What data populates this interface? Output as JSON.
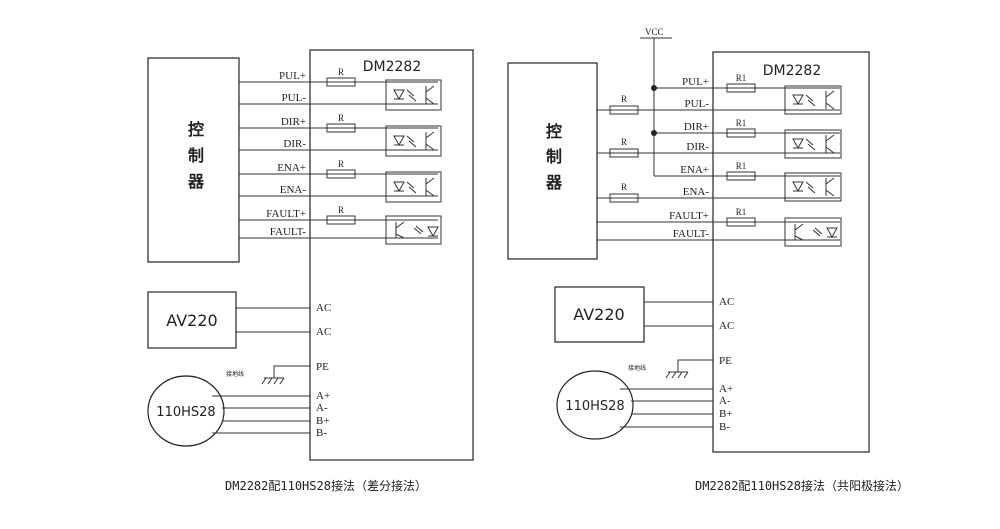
{
  "colors": {
    "line": "#333333",
    "background": "#ffffff"
  },
  "left": {
    "driver_label": "DM2282",
    "controller_chars": [
      "控",
      "制",
      "器"
    ],
    "signals": [
      "PUL+",
      "PUL-",
      "DIR+",
      "DIR-",
      "ENA+",
      "ENA-",
      "FAULT+",
      "FAULT-"
    ],
    "resistor_labels": [
      "R",
      "R",
      "R",
      "R"
    ],
    "power_box": "AV220",
    "power_terminals": [
      "AC",
      "AC"
    ],
    "pe_terminal": "PE",
    "ground_text": "接地线",
    "motor_label": "110HS28",
    "motor_terminals": [
      "A+",
      "A-",
      "B+",
      "B-"
    ],
    "caption": "DM2282配110HS28接法（差分接法）"
  },
  "right": {
    "driver_label": "DM2282",
    "vcc_label": "VCC",
    "controller_chars": [
      "控",
      "制",
      "器"
    ],
    "signals": [
      "PUL+",
      "PUL-",
      "DIR+",
      "DIR-",
      "ENA+",
      "ENA-",
      "FAULT+",
      "FAULT-"
    ],
    "resistor_labels": [
      "R1",
      "R1",
      "R1",
      "R1"
    ],
    "controller_resistors": [
      "R",
      "R",
      "R"
    ],
    "power_box": "AV220",
    "power_terminals": [
      "AC",
      "AC"
    ],
    "pe_terminal": "PE",
    "ground_text": "接地线",
    "motor_label": "110HS28",
    "motor_terminals": [
      "A+",
      "A-",
      "B+",
      "B-"
    ],
    "caption": "DM2282配110HS28接法（共阳极接法）"
  }
}
